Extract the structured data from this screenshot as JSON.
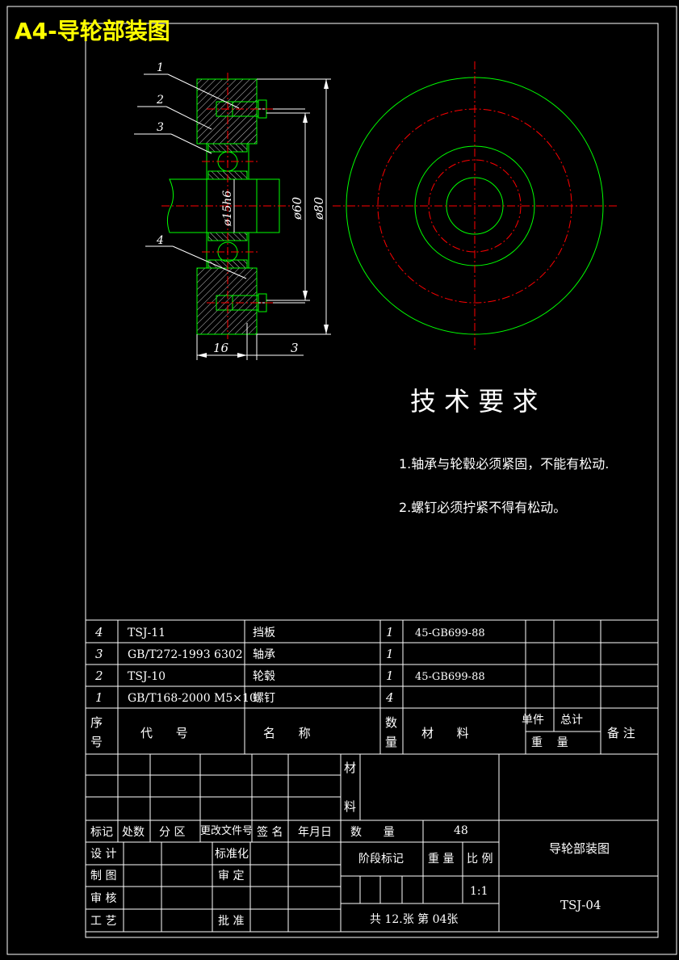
{
  "sheet_title": "A4-导轮部装图",
  "drawing": {
    "balloons": [
      "1",
      "2",
      "3",
      "4"
    ],
    "dimensions": {
      "shaft_diameter": "ø15h6",
      "inner_diameter": "ø60",
      "outer_diameter": "ø80",
      "width": "16",
      "gap": "3"
    }
  },
  "requirements": {
    "title": "技 术 要 求",
    "items": [
      "1.轴承与轮毂必须紧固，不能有松动.",
      "2.螺钉必须拧紧不得有松动。"
    ]
  },
  "bom": {
    "rows": [
      {
        "no": "4",
        "code": "TSJ-11",
        "name": "挡板",
        "qty": "1",
        "material": "45-GB699-88"
      },
      {
        "no": "3",
        "code": "GB/T272-1993 6302",
        "name": "轴承",
        "qty": "1",
        "material": ""
      },
      {
        "no": "2",
        "code": "TSJ-10",
        "name": "轮毂",
        "qty": "1",
        "material": "45-GB699-88"
      },
      {
        "no": "1",
        "code": "GB/T168-2000  M5×10",
        "name": "螺钉",
        "qty": "4",
        "material": ""
      }
    ],
    "header": {
      "no_1": "序",
      "no_2": "号",
      "code": "代      号",
      "name": "名      称",
      "qty_1": "数",
      "qty_2": "量",
      "material": "材      料",
      "unit": "单件",
      "total": "总计",
      "weight": "重    量",
      "remark": "备 注"
    }
  },
  "title_block": {
    "material_1": "材",
    "material_2": "料",
    "mark": "标记",
    "count": "处数",
    "zone": "分 区",
    "change_doc": "更改文件号",
    "signature": "签 名",
    "date": "年月日",
    "quantity_label": "数      量",
    "quantity_value": "48",
    "design": "设 计",
    "standardize": "标准化",
    "draw": "制 图",
    "approve_check": "审 定",
    "review": "审 核",
    "process": "工 艺",
    "approve": "批 准",
    "stage_mark": "阶段标记",
    "weight": "重 量",
    "scale": "比 例",
    "scale_value": "1:1",
    "sheets": "共 12.张 第 04张",
    "drawing_name": "导轮部装图",
    "drawing_number": "TSJ-04"
  }
}
